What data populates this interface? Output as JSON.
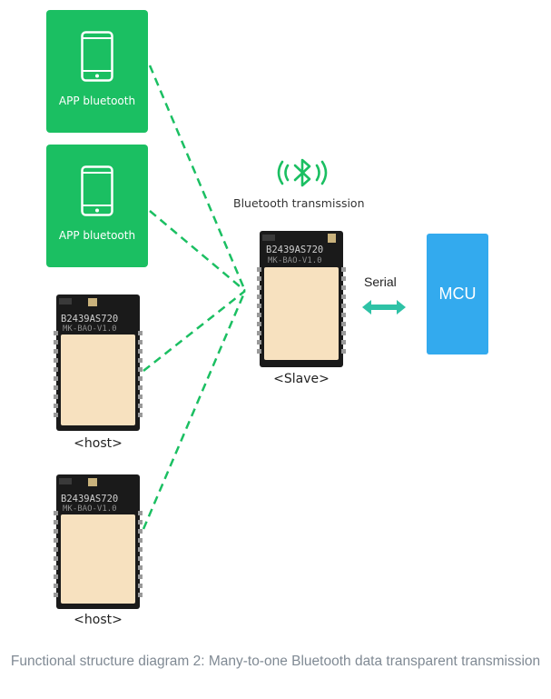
{
  "app_devices": [
    {
      "label": "APP bluetooth"
    },
    {
      "label": "APP bluetooth"
    }
  ],
  "bluetooth": {
    "label": "Bluetooth transmission"
  },
  "slave": {
    "label": "<Slave>",
    "chip_line1": "B2439AS720",
    "chip_line2": "MK-BAO-V1.0"
  },
  "hosts": [
    {
      "label": "<host>",
      "chip_line1": "B2439AS720",
      "chip_line2": "MK-BAO-V1.0"
    },
    {
      "label": "<host>",
      "chip_line1": "B2439AS720",
      "chip_line2": "MK-BAO-V1.0"
    }
  ],
  "serial": {
    "label": "Serial"
  },
  "mcu": {
    "label": "MCU"
  },
  "caption": "Functional structure diagram 2: Many-to-one Bluetooth data transparent transmission",
  "colors": {
    "green": "#1bbf62",
    "mcu_blue": "#33aaee",
    "arrow_teal": "#2ec2a6",
    "module_board": "#1a1a1a",
    "module_shield": "#f7e1bf"
  }
}
